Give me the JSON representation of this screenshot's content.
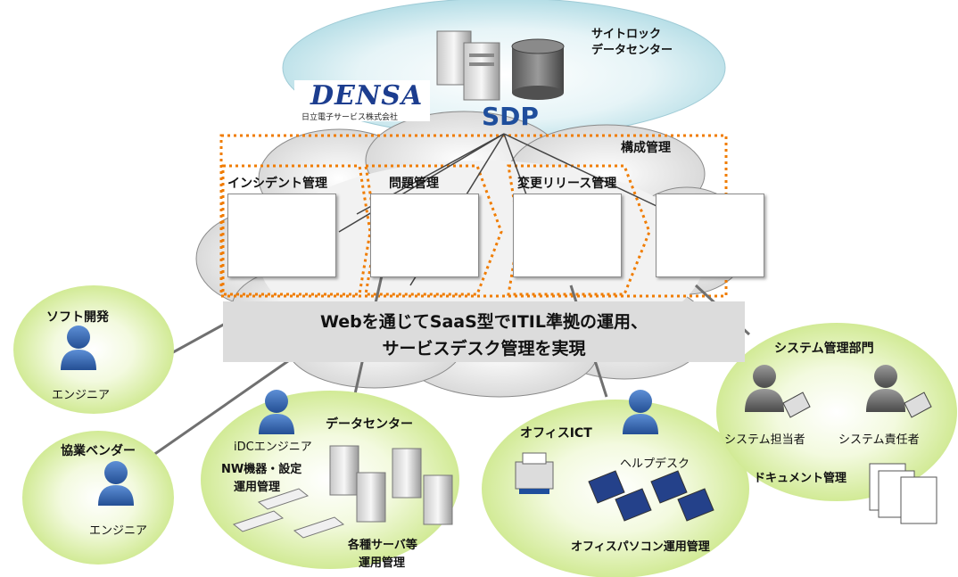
{
  "datacenter": {
    "title_line1": "サイトロック",
    "title_line2": "データセンター",
    "system": "SDP"
  },
  "logo": {
    "name": "DENSA",
    "company": "日立電子サービス株式会社"
  },
  "processes": {
    "config": "構成管理",
    "incident": "インシデント管理",
    "problem": "問題管理",
    "change": "変更リリース管理"
  },
  "banner": {
    "line1": "Webを通じてSaaS型でITIL準拠の運用、",
    "line2": "サービスデスク管理を実現"
  },
  "groups": {
    "software": {
      "title": "ソフト開発",
      "person": "エンジニア"
    },
    "vendor": {
      "title": "協業ベンダー",
      "person": "エンジニア"
    },
    "datacenter": {
      "title": "データセンター",
      "person": "iDCエンジニア",
      "nw_line1": "NW機器・設定",
      "nw_line2": "運用管理",
      "srv_line1": "各種サーバ等",
      "srv_line2": "運用管理"
    },
    "office": {
      "title": "オフィスICT",
      "person": "ヘルプデスク",
      "pc": "オフィスパソコン運用管理"
    },
    "sysdept": {
      "title": "システム管理部門",
      "person1": "システム担当者",
      "person2": "システム責任者",
      "docs": "ドキュメント管理"
    }
  },
  "colors": {
    "top_ellipse": "#bfe3ea",
    "group_circle": "#d8ee9c",
    "dotted_frame": "#f07c00",
    "banner": "#dcdcdc",
    "person": "#2f64b0"
  }
}
